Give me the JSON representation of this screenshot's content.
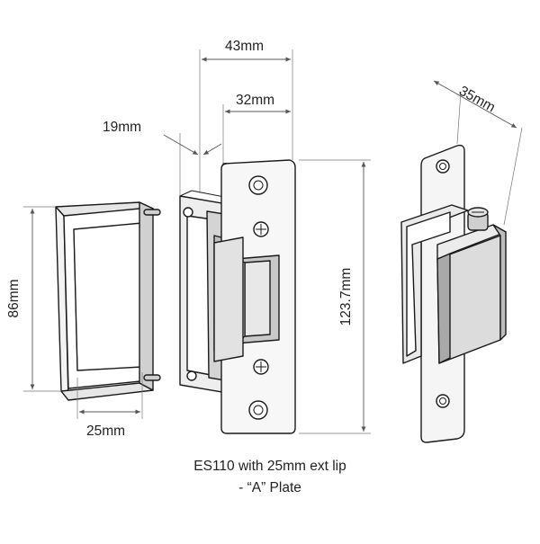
{
  "dimensions": {
    "width_43": "43mm",
    "width_32": "32mm",
    "lip_19": "19mm",
    "depth_35": "35mm",
    "height_86": "86mm",
    "height_123": "123.7mm",
    "width_25": "25mm"
  },
  "caption": {
    "line1": "ES110 with 25mm ext lip",
    "line2": "- “A” Plate"
  },
  "colors": {
    "line": "#1a1a1a",
    "fill_light": "#f3f3f3",
    "fill_mid": "#d9d9d9",
    "fill_dark": "#a8a8a8"
  }
}
